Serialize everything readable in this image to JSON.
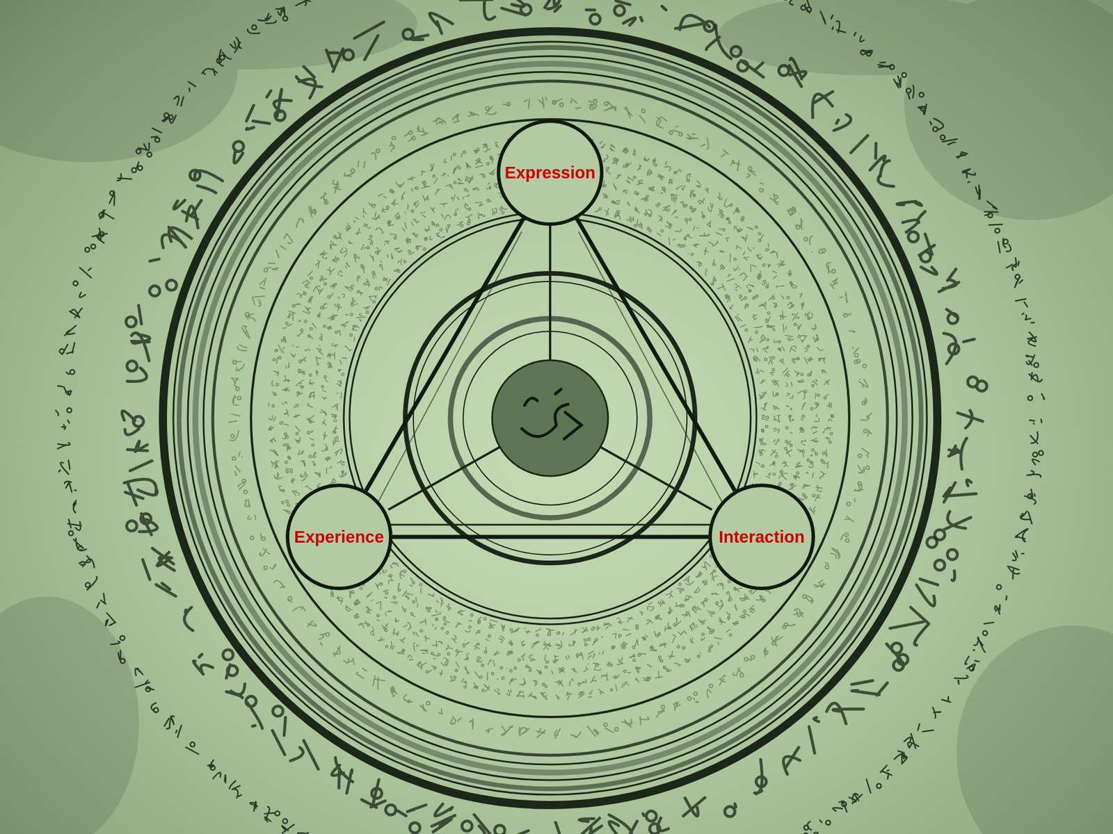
{
  "diagram": {
    "nodes": [
      {
        "text": [
          "Expression"
        ]
      },
      {
        "text": [
          "Experience"
        ]
      },
      {
        "text": [
          "Interaction"
        ]
      }
    ],
    "edges": [
      {
        "from": 0,
        "to": 1,
        "arrow": "none"
      },
      {
        "from": 0,
        "to": 2,
        "arrow": "none"
      },
      {
        "from": 1,
        "to": 2,
        "arrow": "none"
      }
    ]
  }
}
